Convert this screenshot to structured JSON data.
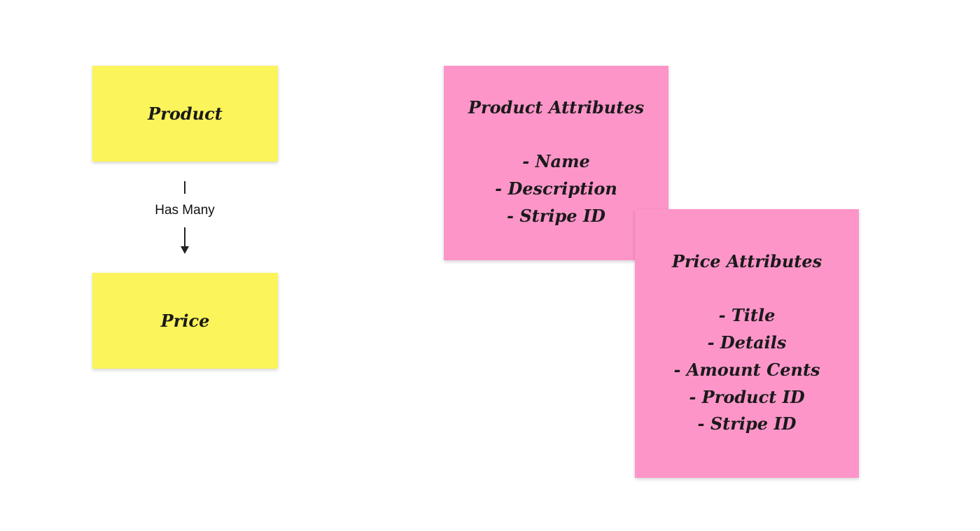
{
  "entities": [
    {
      "label": "Product"
    },
    {
      "label": "Price"
    }
  ],
  "relationship": {
    "label": "Has Many"
  },
  "attribute_notes": [
    {
      "title": "Product Attributes",
      "items": [
        "- Name",
        "- Description",
        "- Stripe ID"
      ]
    },
    {
      "title": "Price Attributes",
      "items": [
        "- Title",
        "- Details",
        "- Amount Cents",
        "- Product ID",
        "- Stripe ID"
      ]
    }
  ],
  "colors": {
    "entity_note": "#fbf45a",
    "attribute_note": "#fe95c9",
    "background": "#ffffff"
  }
}
